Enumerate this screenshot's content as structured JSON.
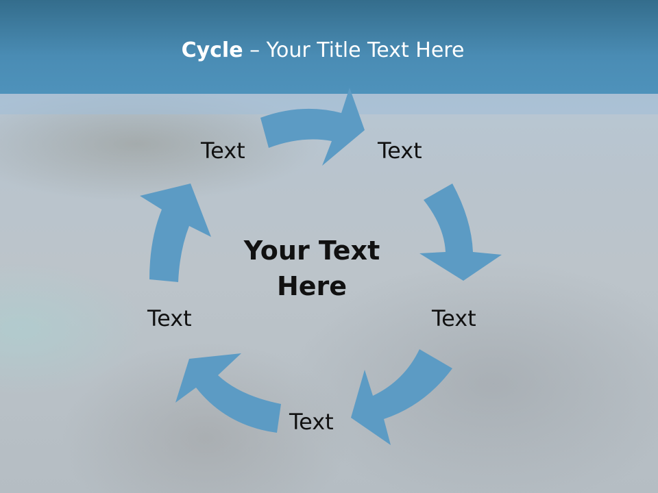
{
  "title": {
    "bold": "Cycle",
    "rest": " – Your Title Text Here"
  },
  "center_text": {
    "line1": "Your Text",
    "line2": "Here"
  },
  "nodes": [
    {
      "label": "Text"
    },
    {
      "label": "Text"
    },
    {
      "label": "Text"
    },
    {
      "label": "Text"
    },
    {
      "label": "Text"
    }
  ],
  "colors": {
    "arrow": "#5c9bc4",
    "header": "#4a8cb4",
    "text": "#111111"
  }
}
